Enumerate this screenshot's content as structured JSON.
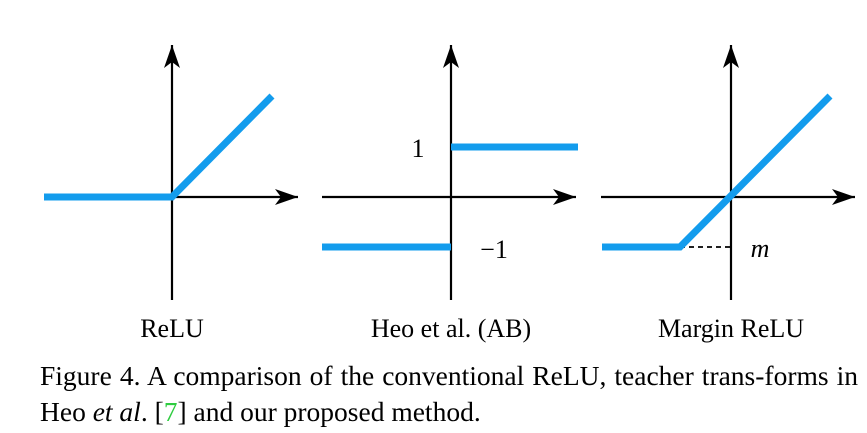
{
  "panels": [
    {
      "label": "ReLU"
    },
    {
      "label": "Heo et al. (AB)",
      "tick_pos": "1",
      "tick_neg": "−1"
    },
    {
      "label": "Margin ReLU",
      "margin_symbol": "m"
    }
  ],
  "caption": {
    "text_a": "Figure 4. A comparison of the conventional ReLU, teacher trans-forms in Heo ",
    "text_em": "et al",
    "text_b": ". [",
    "ref": "7",
    "text_c": "] and our proposed method."
  },
  "colors": {
    "curve": "#139ced",
    "axis": "#000000",
    "reference": "#2ecc40"
  },
  "icons": [
    "arrow-up-icon",
    "arrow-right-icon"
  ]
}
